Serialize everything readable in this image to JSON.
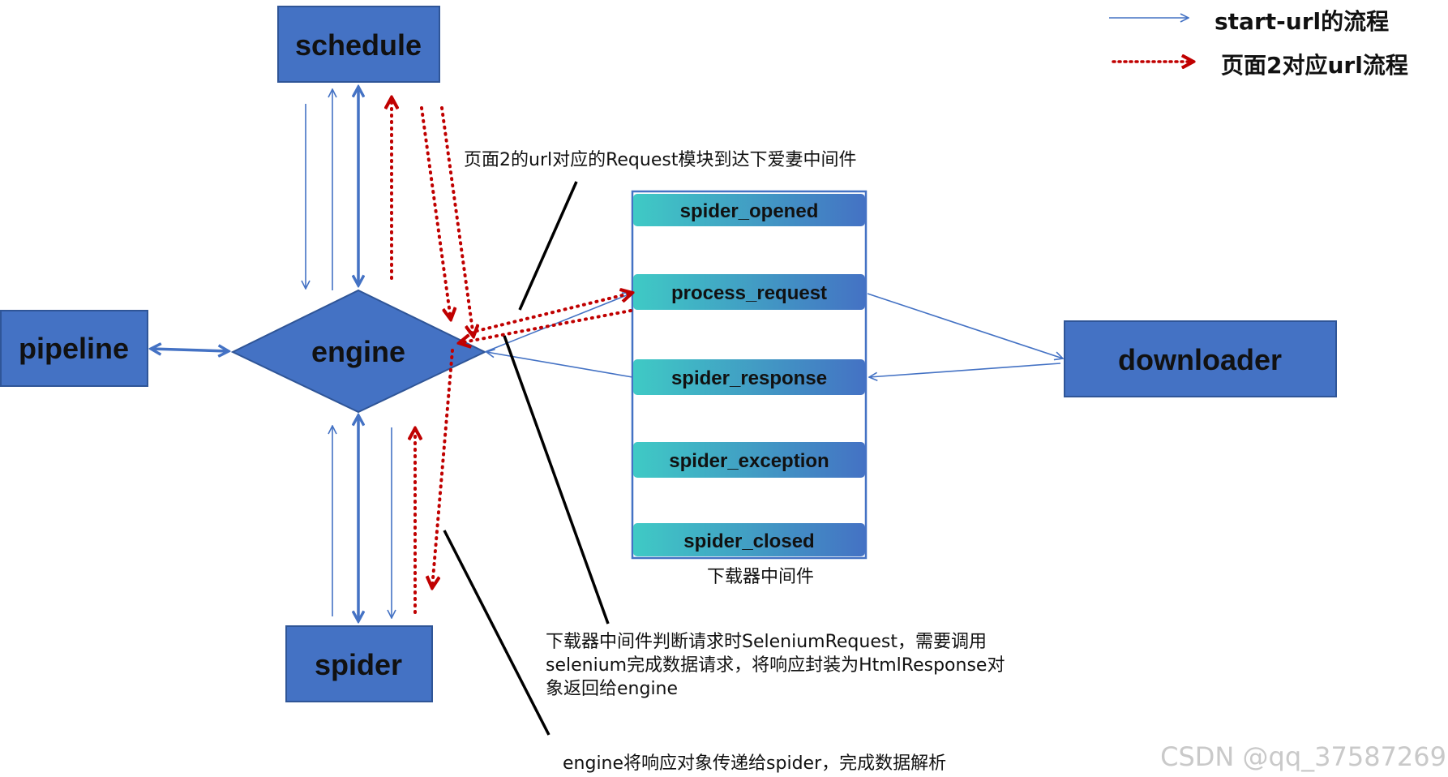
{
  "legend": {
    "blue_flow_label": "start-url的流程",
    "red_flow_label": "页面2对应url流程"
  },
  "nodes": {
    "schedule": "schedule",
    "pipeline": "pipeline",
    "engine": "engine",
    "spider": "spider",
    "downloader": "downloader"
  },
  "middleware": {
    "items": [
      "spider_opened",
      "process_request",
      "spider_response",
      "spider_exception",
      "spider_closed"
    ],
    "caption": "下载器中间件"
  },
  "notes": {
    "request_note": "页面2的url对应的Request模块到达下爱妻中间件",
    "selenium_note_lines": [
      "下载器中间件判断请求时SeleniumRequest，需要调用",
      "selenium完成数据请求，将响应封装为HtmlResponse对",
      "象返回给engine"
    ],
    "spider_note": "engine将响应对象传递给spider，完成数据解析"
  },
  "watermark": "CSDN @qq_37587269",
  "colors": {
    "box_fill": "#4472c4",
    "box_stroke": "#2f5597",
    "flow_blue": "#4472c4",
    "flow_red": "#c00000",
    "mw_gradient_start": "#3fcac5",
    "mw_gradient_end": "#4472c4"
  }
}
